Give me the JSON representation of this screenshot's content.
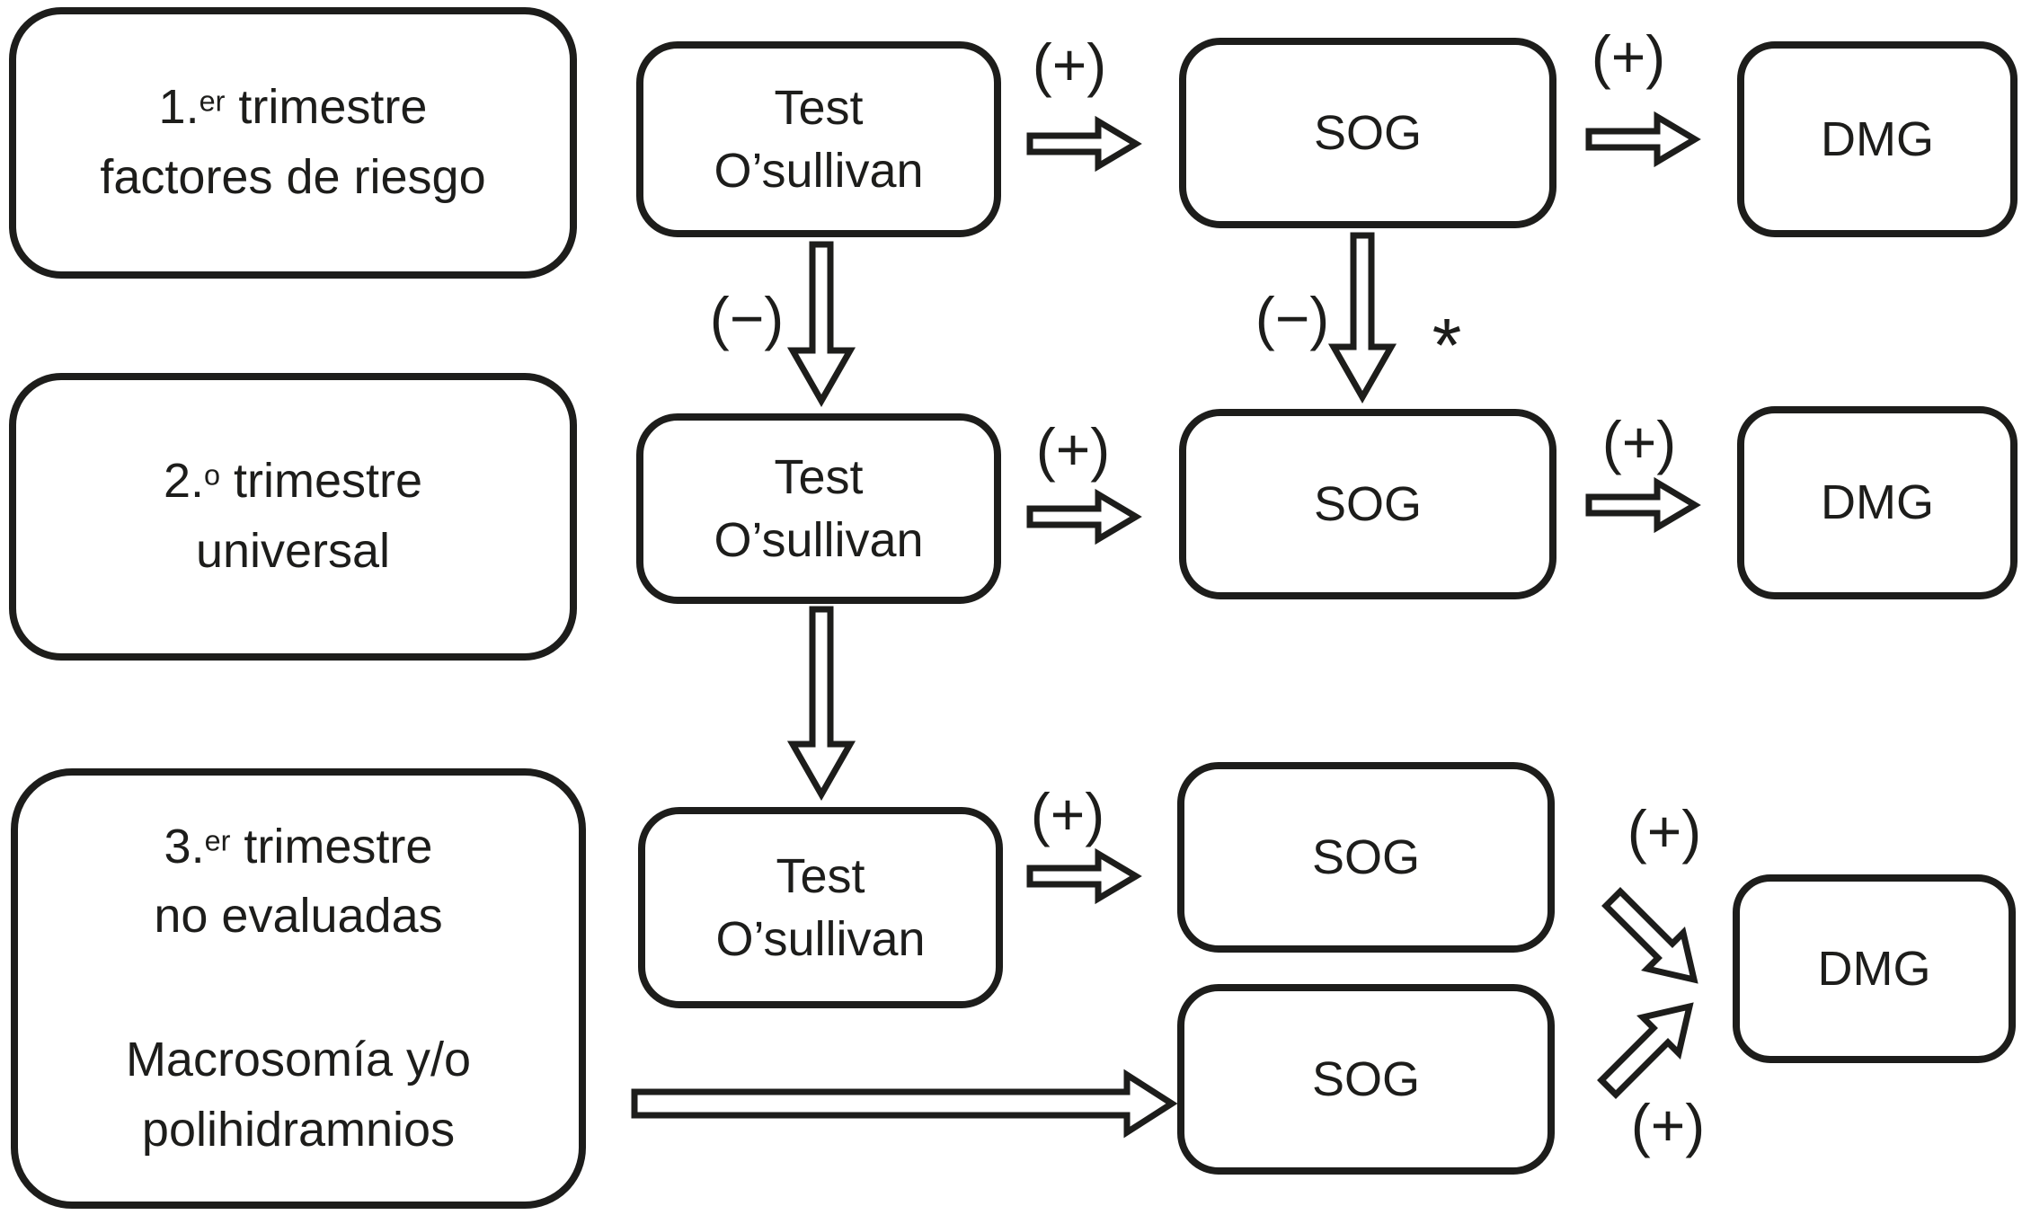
{
  "figure": {
    "description": "Gestational diabetes screening flowchart",
    "background_color": "#ffffff",
    "ink_color": "#1d1d1b"
  },
  "stages": {
    "stage1": {
      "line1": {
        "ord": "1.",
        "sup": "er",
        "rest": " trimestre"
      },
      "line2": "factores de riesgo"
    },
    "stage2": {
      "line1": {
        "ord": "2.",
        "sup": "o",
        "rest": " trimestre"
      },
      "line2": "universal"
    },
    "stage3": {
      "line1": {
        "ord": "3.",
        "sup": "er",
        "rest": " trimestre"
      },
      "line2": "no evaluadas",
      "line3": "Macrosomía y/o",
      "line4": "polihidramnios"
    }
  },
  "nodes": {
    "test1": {
      "line1": "Test",
      "line2": "O’sullivan"
    },
    "test2": {
      "line1": "Test",
      "line2": "O’sullivan"
    },
    "test3": {
      "line1": "Test",
      "line2": "O’sullivan"
    },
    "sog1": "SOG",
    "sog2": "SOG",
    "sog3": "SOG",
    "sog4": "SOG",
    "dmg1": "DMG",
    "dmg2": "DMG",
    "dmg3": "DMG"
  },
  "labels": {
    "plus_r1_test_sog": "(+)",
    "plus_r1_sog_dmg": "(+)",
    "minus_r1_test_down": "(−)",
    "minus_r1_sog_down": "(−)",
    "asterisk_note": "*",
    "plus_r2_test_sog": "(+)",
    "plus_r2_sog_dmg": "(+)",
    "plus_r3_test_sog": "(+)",
    "plus_r3_sog_dmg": "(+)",
    "plus_r4_sog_dmg": "(+)"
  }
}
